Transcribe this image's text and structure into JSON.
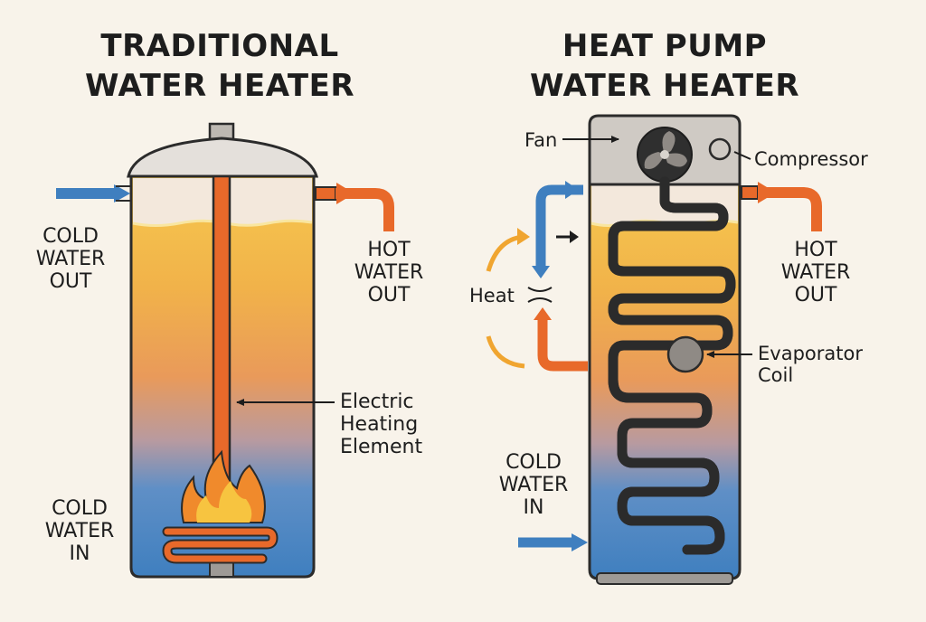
{
  "traditional": {
    "title_line1": "TRADITIONAL",
    "title_line2": "WATER HEATER",
    "cold_out": [
      "COLD",
      "WATER",
      "OUT"
    ],
    "hot_out": [
      "HOT",
      "WATER",
      "OUT"
    ],
    "element": [
      "Electric",
      "Heating",
      "Element"
    ],
    "cold_in": [
      "COLD",
      "WATER",
      "IN"
    ]
  },
  "heat_pump": {
    "title_line1": "HEAT PUMP",
    "title_line2": "WATER HEATER",
    "fan": "Fan",
    "compressor": "Compressor",
    "heat": "Heat",
    "hot_out": [
      "HOT",
      "WATER",
      "OUT"
    ],
    "evaporator": [
      "Evaporator",
      "Coil"
    ],
    "cold_in": [
      "COLD",
      "WATER",
      "IN"
    ]
  },
  "colors": {
    "background": "#f8f3ea",
    "cold": "#3f7fbf",
    "hot": "#e8692a",
    "warm_water": "#f3c04a",
    "outline": "#2b2b2b",
    "unit_gray": "#cfcac4"
  }
}
